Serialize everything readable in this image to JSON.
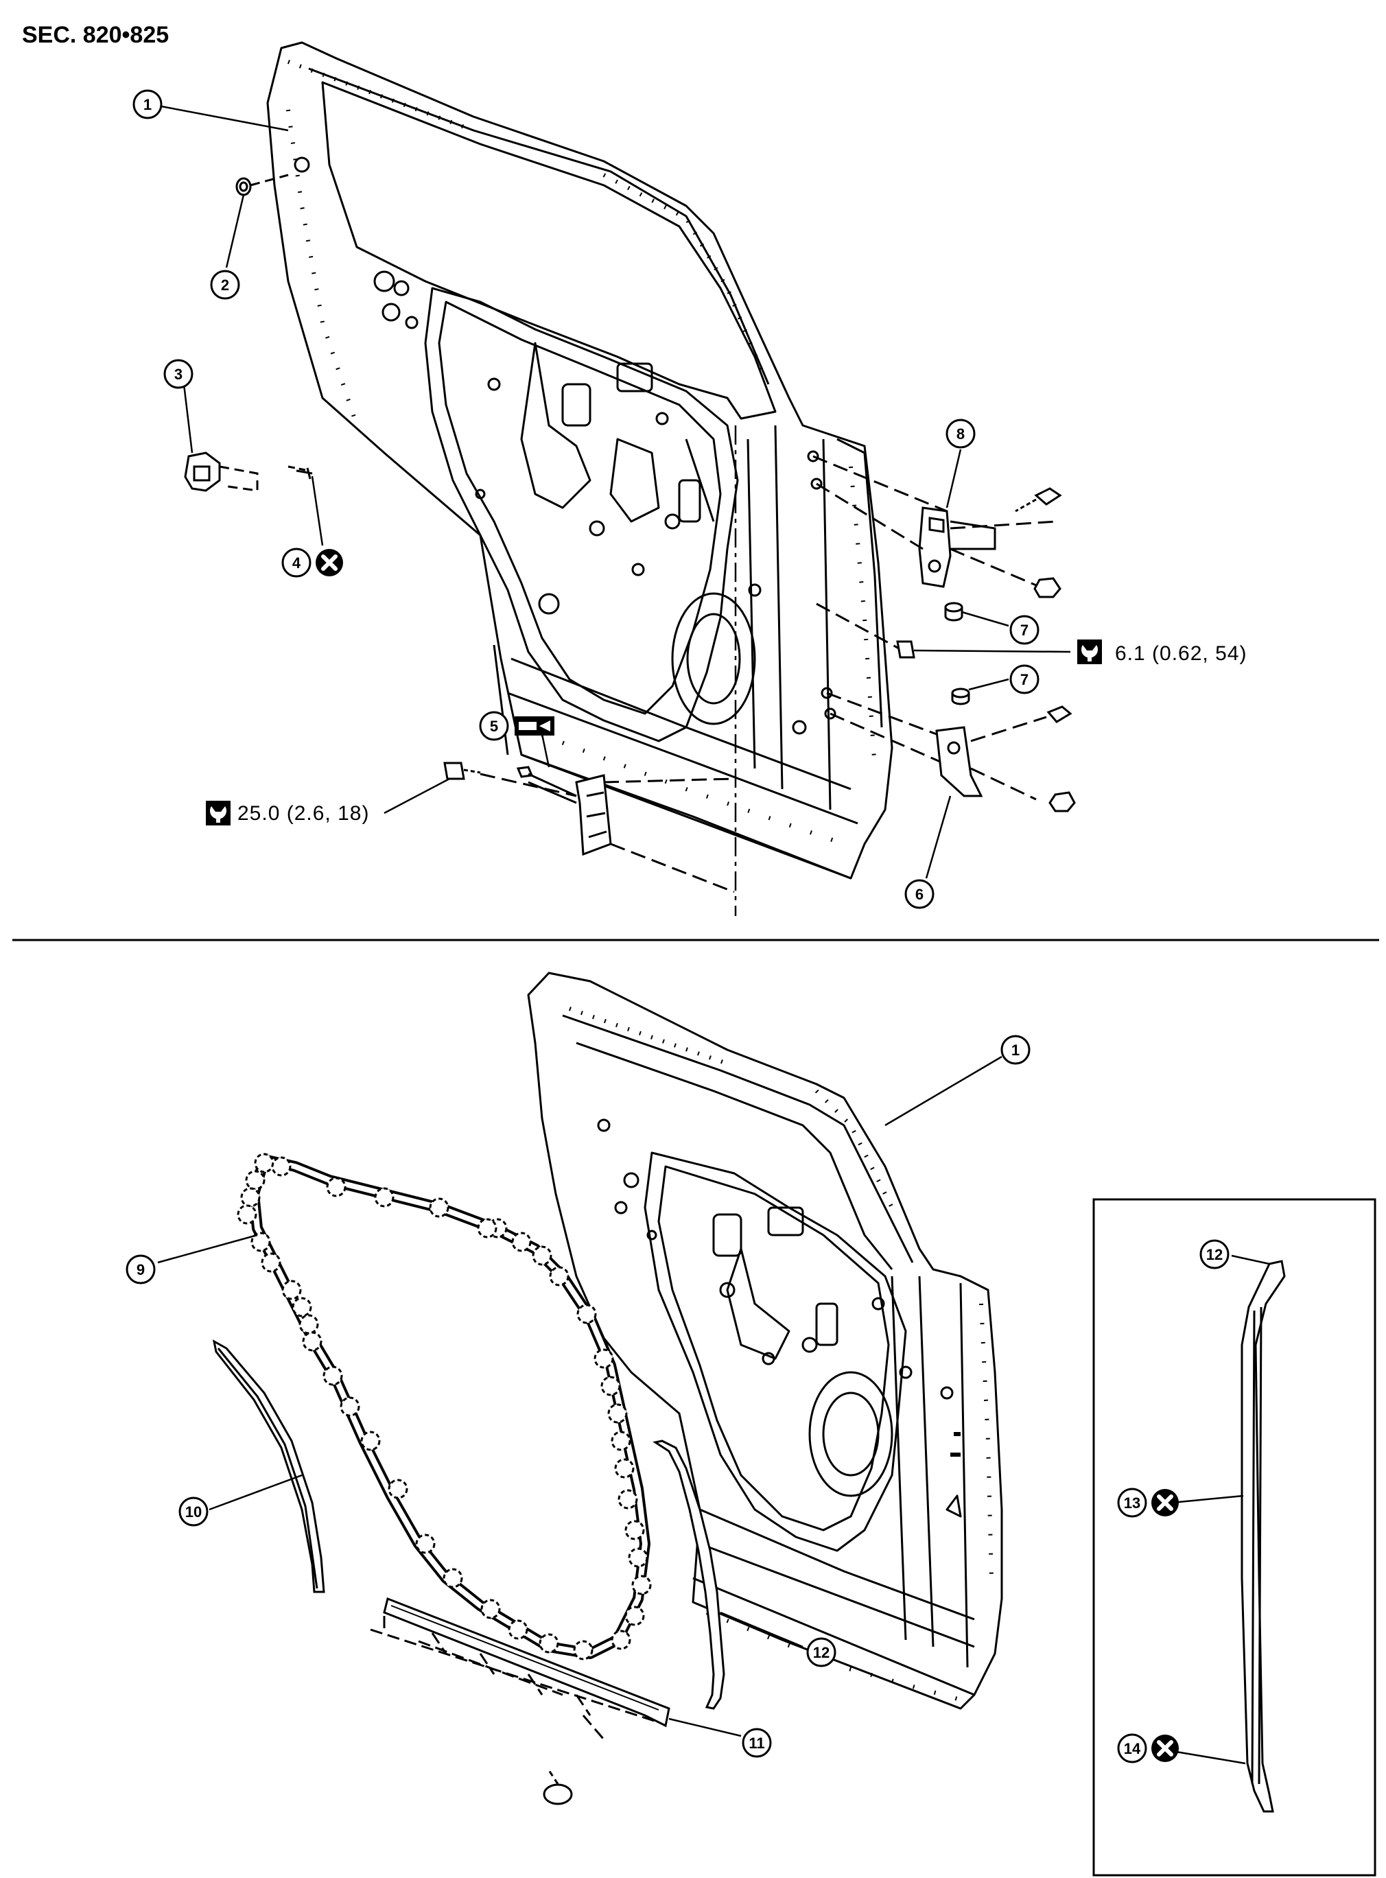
{
  "header": {
    "section": "SEC. 820•825"
  },
  "torques": {
    "hinge_bolt": "6.1 (0.62, 54)",
    "check_link_bolt": "25.0 (2.6, 18)"
  },
  "callouts": {
    "c1": "1",
    "c2": "2",
    "c3": "3",
    "c4": "4",
    "c5": "5",
    "c6": "6",
    "c7": "7",
    "c8": "8",
    "c9": "9",
    "c10": "10",
    "c11": "11",
    "c12": "12",
    "c13": "13",
    "c14": "14"
  },
  "icons": {
    "replace_part": "do-not-reuse-icon",
    "torque": "torque-wrench-icon",
    "grease": "grease-icon"
  }
}
